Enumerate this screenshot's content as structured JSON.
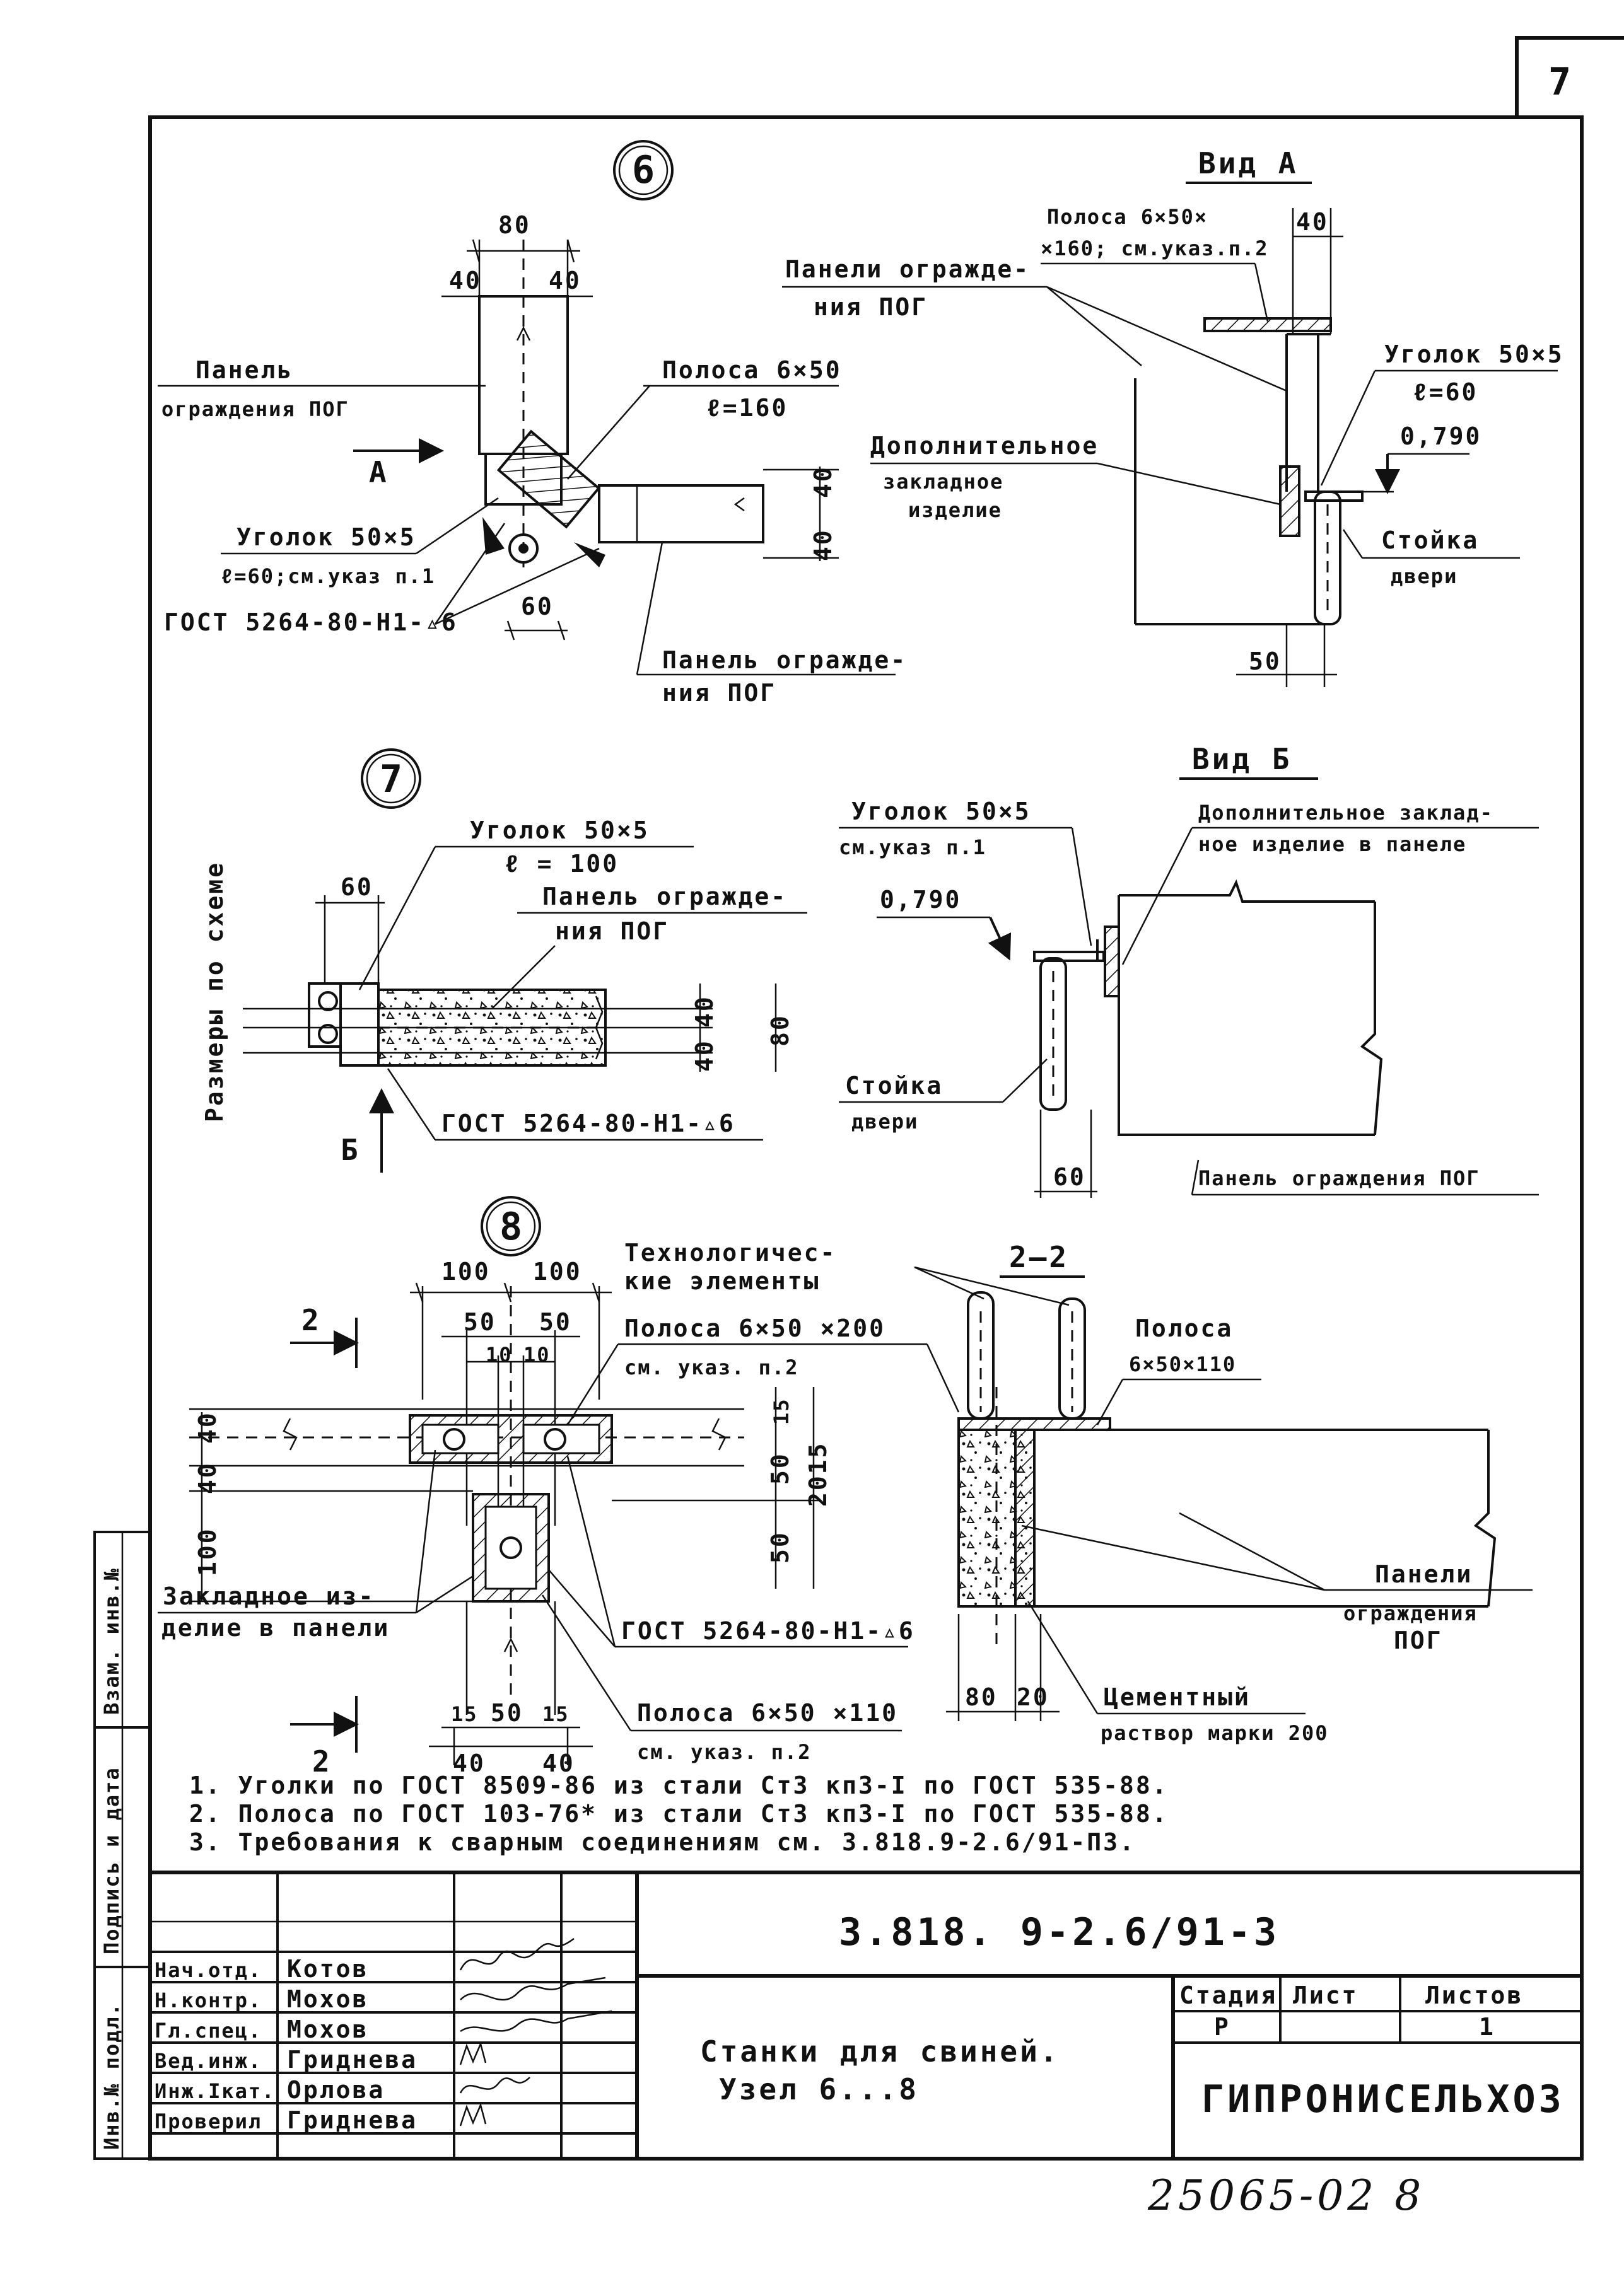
{
  "sheet": {
    "page_number": "7",
    "bottom_code": "25065-02 8"
  },
  "side_stamps": {
    "vzam": "Взам. инв.№",
    "podpis": "Подпись и дата",
    "inv_podl": "Инв.№ подл."
  },
  "node6": {
    "label": "6",
    "dim_80": "80",
    "dim_40a": "40",
    "dim_40b": "40",
    "panel_label_1": "Панель",
    "panel_label_2": "ограждения ПОГ",
    "arrow_a": "А",
    "strip_label_1": "Полоса 6×50",
    "strip_label_2": "ℓ=160",
    "angle_label_1": "Уголок 50×5",
    "angle_label_2": "ℓ=60;см.указ п.1",
    "weld_label": "ГОСТ 5264-80-Н1-▵6",
    "dim_60": "60",
    "dim_40c": "40",
    "dim_40d": "40",
    "panel2_label_1": "Панель огражде-",
    "panel2_label_2": "ния ПОГ"
  },
  "view_a": {
    "title": "Вид А",
    "strip_1": "Полоса 6×50×",
    "strip_2": "×160; см.указ.п.2",
    "dim_40": "40",
    "panels_1": "Панели огражде-",
    "panels_2": "ния ПОГ",
    "angle_1": "Уголок 50×5",
    "angle_2": "ℓ=60",
    "level": "0,790",
    "extra_1": "Дополнительное",
    "extra_2": "закладное",
    "extra_3": "изделие",
    "post_1": "Стойка",
    "post_2": "двери",
    "dim_50": "50"
  },
  "node7": {
    "label": "7",
    "angle_1": "Уголок 50×5",
    "angle_2": "ℓ = 100",
    "dim_60": "60",
    "panel_1": "Панель огражде-",
    "panel_2": "ния ПОГ",
    "side_label": "Размеры по схеме",
    "dim_40a": "40",
    "dim_40b": "40",
    "dim_80": "80",
    "weld": "ГОСТ 5264-80-Н1-▵6",
    "arrow_b": "Б"
  },
  "view_b": {
    "title": "Вид Б",
    "angle_1": "Уголок 50×5",
    "angle_2": "см.указ п.1",
    "extra_1": "Дополнительное заклад-",
    "extra_2": "ное изделие в панеле",
    "level": "0,790",
    "post_1": "Стойка",
    "post_2": "двери",
    "dim_60": "60",
    "panel": "Панель ограждения ПОГ"
  },
  "node8": {
    "label": "8",
    "dim_100a": "100",
    "dim_100b": "100",
    "dim_50a": "50",
    "dim_50b": "50",
    "dim_10a": "10",
    "dim_10b": "10",
    "section_2": "2",
    "tech_1": "Технологичес-",
    "tech_2": "кие элементы",
    "strip_1": "Полоса 6×50 ×200",
    "strip_2": "см. указ. п.2",
    "dim_15": "15",
    "dim_50c": "50",
    "dim_2015": "2015",
    "dim_50d": "50",
    "dim_40a": "40",
    "dim_40b": "40",
    "dim_100c": "100",
    "embed_1": "Закладное из-",
    "embed_2": "делие в панели",
    "weld": "ГОСТ 5264-80-Н1-▵6",
    "dim_15a": "15",
    "dim_50e": "50",
    "dim_15b": "15",
    "dim_40c": "40",
    "dim_40d": "40",
    "strip2_1": "Полоса 6×50 ×110",
    "strip2_2": "см. указ. п.2"
  },
  "section22": {
    "title": "2–2",
    "strip_1": "Полоса",
    "strip_2": "6×50×110",
    "panels_1": "Панели",
    "panels_2": "ограждения",
    "panels_3": "ПОГ",
    "dim_80": "80",
    "dim_20": "20",
    "mortar_1": "Цементный",
    "mortar_2": "раствор марки 200"
  },
  "notes": [
    "1. Уголки по ГОСТ 8509-86 из стали Ст3 кп3-I по ГОСТ 535-88.",
    "2. Полоса по ГОСТ 103-76* из стали Ст3 кп3-I по ГОСТ 535-88.",
    "3. Требования к сварным соединениям см. 3.818.9-2.6/91-П3."
  ],
  "title_block": {
    "doc_code": "3.818. 9-2.6/91-3",
    "name_1": "Станки для свиней.",
    "name_2": "Узел 6...8",
    "stage_header": "Стадия",
    "sheet_header": "Лист",
    "sheets_header": "Листов",
    "stage": "Р",
    "sheet": "",
    "sheets": "1",
    "org": "ГИПРОНИСЕЛЬХОЗ",
    "roles": [
      {
        "role": "Нач.отд.",
        "name": "Котов"
      },
      {
        "role": "Н.контр.",
        "name": "Мохов"
      },
      {
        "role": "Гл.спец.",
        "name": "Мохов"
      },
      {
        "role": "Вед.инж.",
        "name": "Гриднева"
      },
      {
        "role": "Инж.Iкат.",
        "name": "Орлова"
      },
      {
        "role": "Проверил",
        "name": "Гриднева"
      }
    ]
  }
}
